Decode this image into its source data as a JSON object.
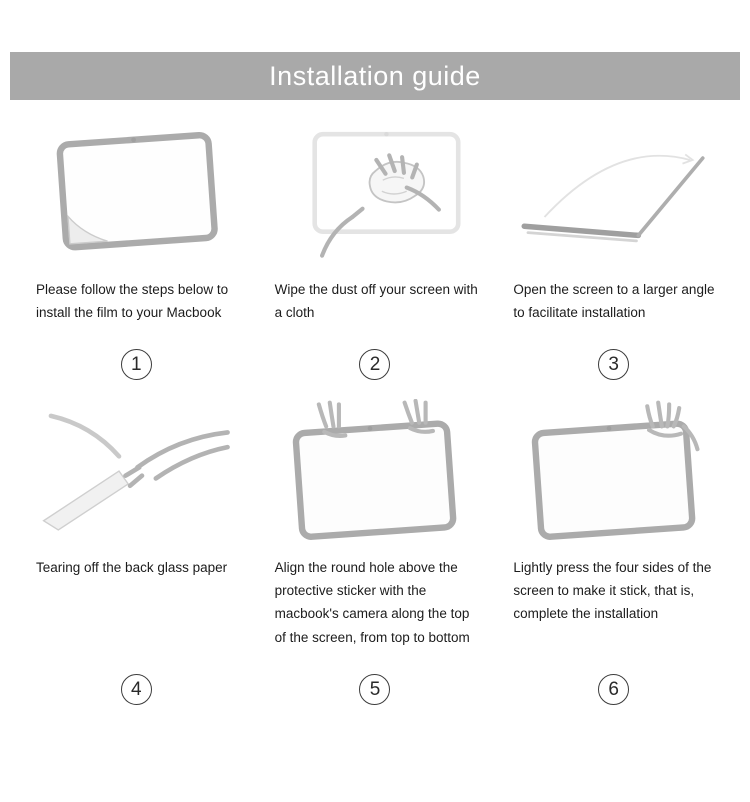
{
  "header": {
    "title": "Installation guide"
  },
  "steps": [
    {
      "number": "1",
      "caption": "Please follow the steps below to install the film to your Macbook",
      "illustration": "tablet-with-peeling-film"
    },
    {
      "number": "2",
      "caption": "Wipe the dust off your screen with a cloth",
      "illustration": "hands-wiping-screen-with-cloth"
    },
    {
      "number": "3",
      "caption": "Open the screen to a larger angle to facilitate installation",
      "illustration": "laptop-opened-wide-angle"
    },
    {
      "number": "4",
      "caption": "Tearing off the back glass paper",
      "illustration": "hands-tearing-back-paper"
    },
    {
      "number": "5",
      "caption": "Align the round hole above the protective sticker with the macbook's camera along the top of the screen, from top to bottom",
      "illustration": "hands-aligning-film-on-screen"
    },
    {
      "number": "6",
      "caption": "Lightly press the four sides of the screen to make it stick, that is, complete the installation",
      "illustration": "hand-pressing-screen-edges"
    }
  ],
  "colors": {
    "banner": "#a9a9a9",
    "banner_text": "#ffffff",
    "caption_text": "#1c1c1c",
    "line_art": "#b5b5b5"
  }
}
